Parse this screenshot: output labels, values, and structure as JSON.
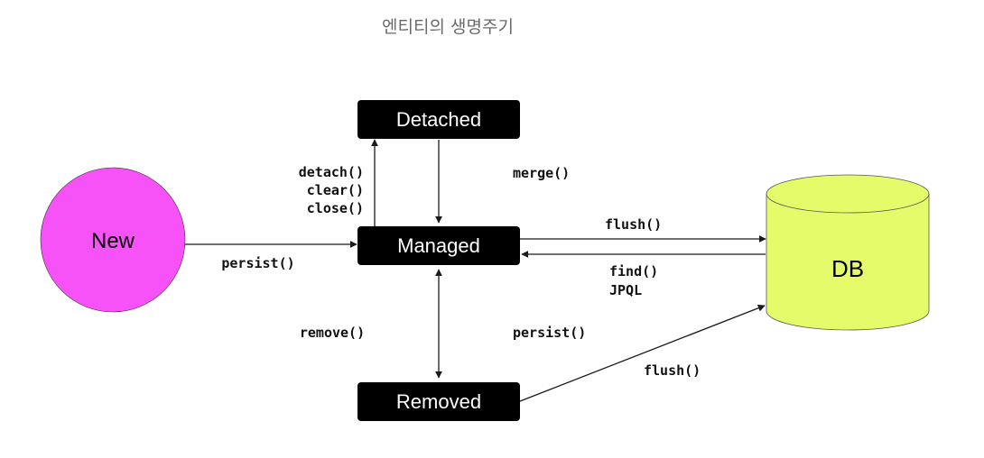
{
  "title": "엔티티의 생명주기",
  "nodes": {
    "new": {
      "label": "New",
      "color": "#f752f7"
    },
    "detached": {
      "label": "Detached",
      "color": "#000000"
    },
    "managed": {
      "label": "Managed",
      "color": "#000000"
    },
    "removed": {
      "label": "Removed",
      "color": "#000000"
    },
    "db": {
      "label": "DB",
      "color": "#e6fb6a"
    }
  },
  "edges": {
    "persist_new": {
      "label": "persist()"
    },
    "to_detached": {
      "lines": [
        "detach()",
        "clear()",
        "close()"
      ]
    },
    "merge": {
      "label": "merge()"
    },
    "flush_db": {
      "label": "flush()"
    },
    "find_db": {
      "lines": [
        "find()",
        "JPQL"
      ]
    },
    "remove": {
      "label": "remove()"
    },
    "persist_removed": {
      "label": "persist()"
    },
    "flush_removed": {
      "label": "flush()"
    }
  }
}
